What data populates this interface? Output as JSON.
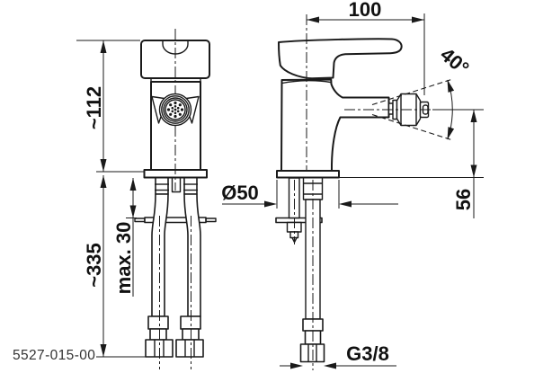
{
  "drawing": {
    "background": "#ffffff",
    "line_color": "#1a1a1a",
    "part_number": "5527-015-00",
    "dimensions": {
      "spout_reach": "100",
      "swivel_angle": "40°",
      "height_to_base": "~112",
      "total_height_with_hoses": "~335",
      "max_mounting_thickness": "max. 30",
      "base_diameter": "Ø50",
      "outlet_height_above_base": "56",
      "supply_connection_thread": "G3/8"
    }
  }
}
